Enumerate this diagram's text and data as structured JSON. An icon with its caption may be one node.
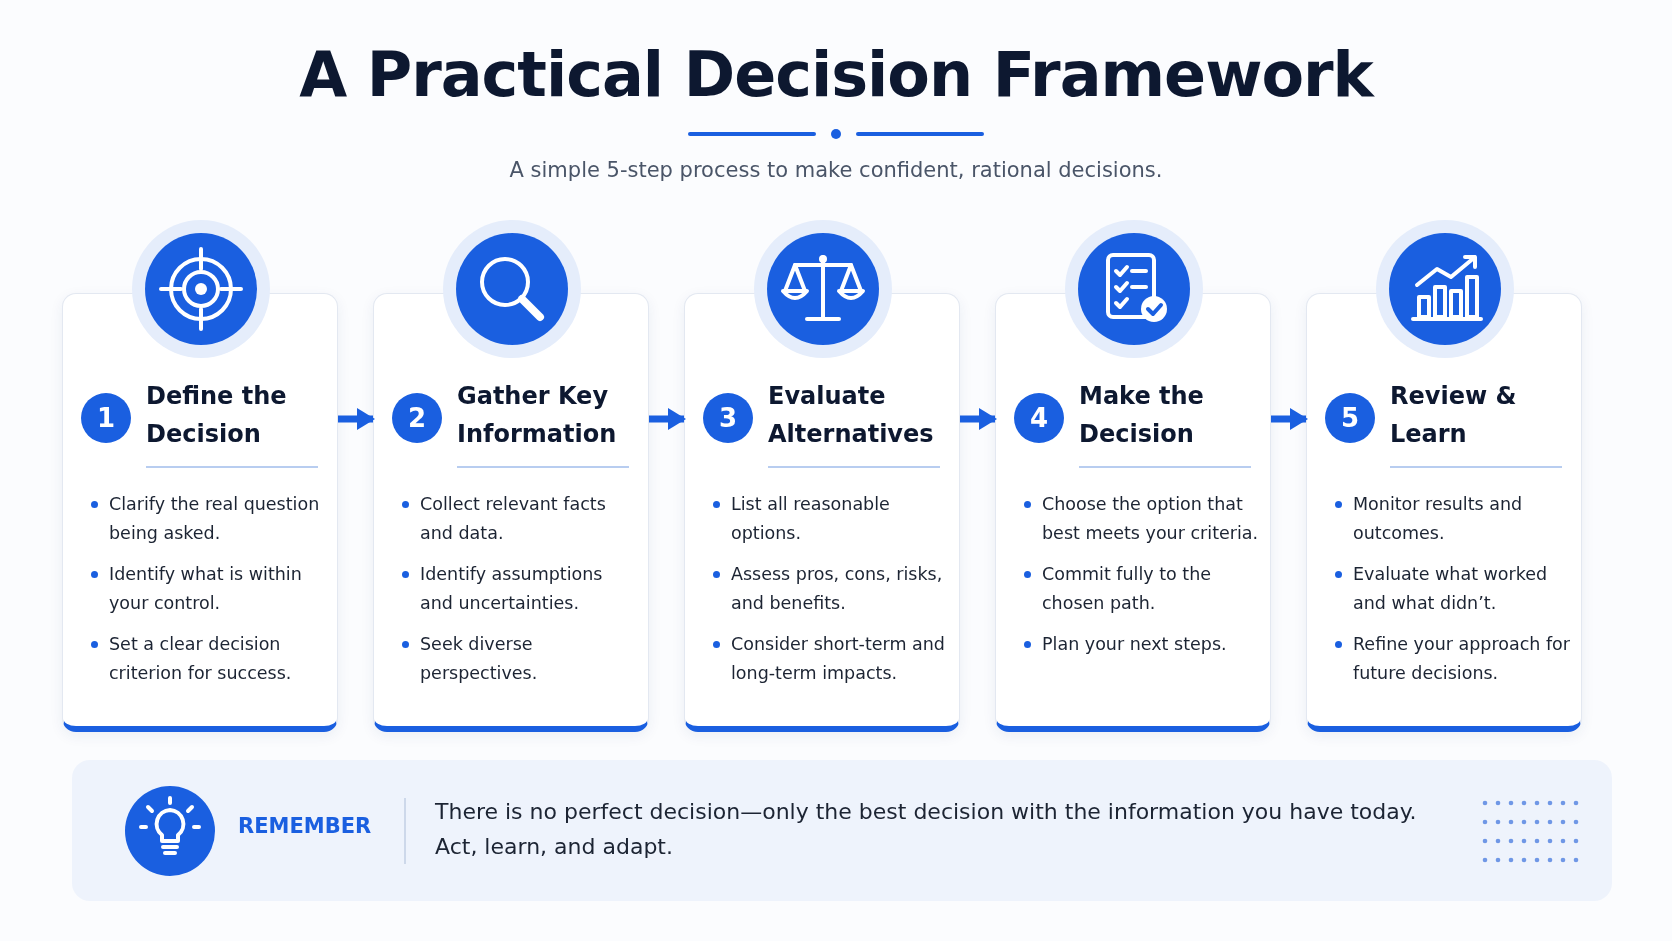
{
  "diagram": {
    "title": "A Practical Decision Framework",
    "caption": "A simple 5-step process to make confident, rational decisions.",
    "nodes": [
      {
        "text": [
          "Define the Decision",
          "Clarify the real question being asked.",
          "Identify what is within your control.",
          "Set a clear decision criterion for success."
        ]
      },
      {
        "text": [
          "1"
        ],
        "in": 0
      },
      {
        "text": [
          "Gather Key Information",
          "Collect relevant facts and data.",
          "Identify assumptions and uncertainties.",
          "Seek diverse perspectives."
        ]
      },
      {
        "text": [
          "2"
        ],
        "in": 2
      },
      {
        "text": [
          "Evaluate Alternatives",
          "List all reasonable options.",
          "Assess pros, cons, risks, and benefits.",
          "Consider short-term and long-term impacts."
        ]
      },
      {
        "text": [
          "3"
        ],
        "in": 4
      },
      {
        "text": [
          "Make the Decision",
          "Choose the option that best meets your criteria.",
          "Commit fully to the chosen path.",
          "Plan your next steps."
        ]
      },
      {
        "text": [
          "4"
        ],
        "in": 6
      },
      {
        "text": [
          "Review & Learn",
          "Monitor results and outcomes.",
          "Evaluate what worked and what didn’t.",
          "Refine your approach for future decisions."
        ]
      },
      {
        "text": [
          "5"
        ],
        "in": 8
      },
      {
        "text": [
          "REMEMBER",
          "There is no perfect decision—only the best decision with the information you have today. Act, learn, and adapt."
        ]
      }
    ],
    "edges": [
      {
        "from": 0,
        "to": 2,
        "arrow": "to"
      },
      {
        "from": 2,
        "to": 4,
        "arrow": "to"
      },
      {
        "from": 4,
        "to": 6,
        "arrow": "to"
      },
      {
        "from": 6,
        "to": 8,
        "arrow": "to"
      }
    ]
  }
}
